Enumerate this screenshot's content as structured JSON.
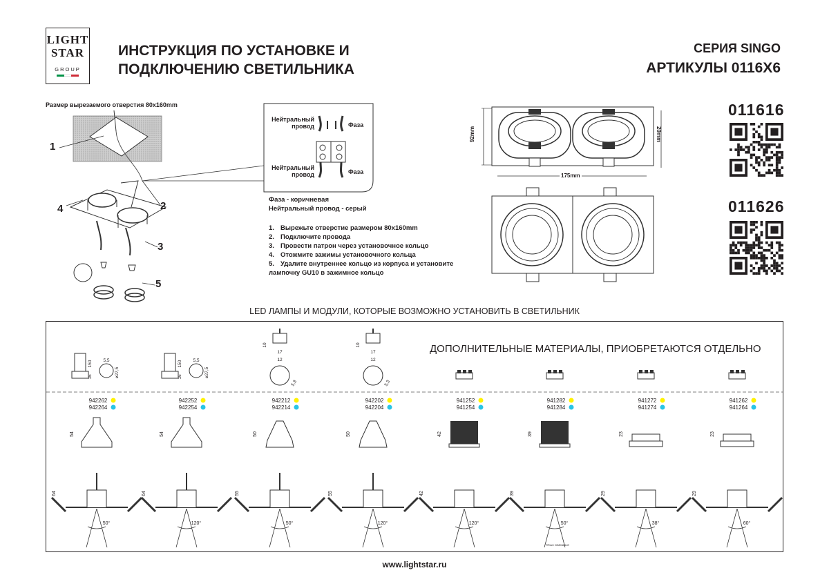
{
  "header": {
    "logo_line1": "LIGHT",
    "logo_line2": "STAR",
    "logo_group": "GROUP",
    "title_line1": "ИНСТРУКЦИЯ ПО УСТАНОВКЕ И",
    "title_line2": "ПОДКЛЮЧЕНИЮ СВЕТИЛЬНИКА",
    "series": "СЕРИЯ SINGO",
    "articles": "АРТИКУЛЫ 0116X6",
    "flag_colors": [
      "#009246",
      "#ffffff",
      "#ce2b37"
    ]
  },
  "install": {
    "cutout_label": "Размер вырезаемого отверстия 80х160mm",
    "callouts": [
      "1",
      "2",
      "3",
      "4",
      "5"
    ]
  },
  "wiring": {
    "neutral_line1": "Нейтральный",
    "neutral_line2": "провод",
    "phase": "Фаза",
    "legend_phase": "Фаза - коричневая",
    "legend_neutral": "Нейтральный провод - серый"
  },
  "steps": [
    {
      "num": "1.",
      "text": "Вырежьте отверстие размером 80х160mm"
    },
    {
      "num": "2.",
      "text": "Подключите провода"
    },
    {
      "num": "3.",
      "text": "Провести патрон через установочное кольцо"
    },
    {
      "num": "4.",
      "text": "Отожмите зажимы установочного кольца"
    },
    {
      "num": "5.",
      "text": "Удалите внутреннее кольцо из корпуса и установите"
    },
    {
      "num": "",
      "text": "лампочку GU10 в зажимное кольцо"
    }
  ],
  "dimensions": {
    "height": "92mm",
    "width": "175mm",
    "depth": "20mm"
  },
  "products": [
    {
      "code": "011616"
    },
    {
      "code": "011626"
    }
  ],
  "lamps_section": {
    "title": "LED ЛАМПЫ И МОДУЛИ, КОТОРЫЕ ВОЗМОЖНО УСТАНОВИТЬ В СВЕТИЛЬНИК",
    "extra_title": "ДОПОЛНИТЕЛЬНЫЕ МАТЕРИАЛЫ, ПРИОБРЕТАЮТСЯ ОТДЕЛЬНО",
    "color_yellow": "#fff200",
    "color_cyan": "#29c5e6",
    "columns": [
      {
        "art1": "942262",
        "art2": "942264",
        "lamp_h": "54",
        "inst_h": "64",
        "socket_h": "150",
        "angle": "50°",
        "socket_dims": [
          "5,5",
          "150",
          "16",
          "⌀27,5"
        ]
      },
      {
        "art1": "942252",
        "art2": "942254",
        "lamp_h": "54",
        "inst_h": "64",
        "socket_h": "150",
        "angle": "120°",
        "socket_dims": [
          "5,5",
          "150",
          "16",
          "⌀27,5"
        ]
      },
      {
        "art1": "942212",
        "art2": "942214",
        "lamp_h": "50",
        "inst_h": "55",
        "socket_h": "10",
        "angle": "50°",
        "socket_dims": [
          "10",
          "17",
          "12",
          "5,3"
        ]
      },
      {
        "art1": "942202",
        "art2": "942204",
        "lamp_h": "50",
        "inst_h": "55",
        "socket_h": "10",
        "angle": "120°",
        "socket_dims": [
          "10",
          "17",
          "12",
          "5,3"
        ]
      },
      {
        "art1": "941252",
        "art2": "941254",
        "lamp_h": "42",
        "inst_h": "42",
        "angle": "120°"
      },
      {
        "art1": "941282",
        "art2": "941284",
        "lamp_h": "39",
        "inst_h": "39",
        "angle": "50°",
        "note": "TRIAC DIMMABLE"
      },
      {
        "art1": "941272",
        "art2": "941274",
        "lamp_h": "23",
        "inst_h": "29",
        "angle": "38°"
      },
      {
        "art1": "941262",
        "art2": "941264",
        "lamp_h": "23",
        "inst_h": "29",
        "angle": "60°"
      }
    ]
  },
  "footer": {
    "website": "www.lightstar.ru"
  }
}
